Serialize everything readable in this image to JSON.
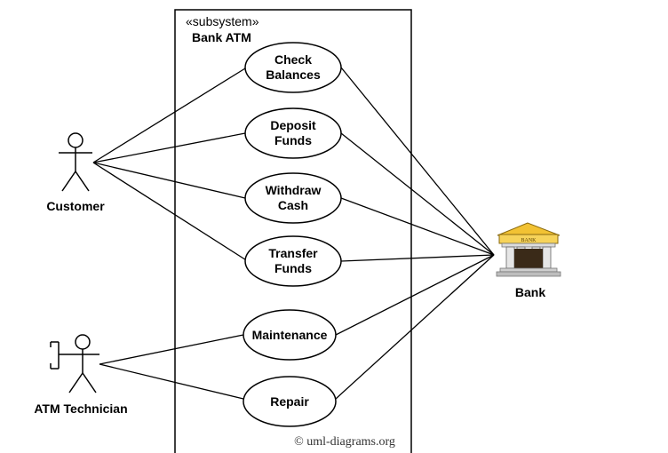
{
  "subsystem": {
    "stereotype": "«subsystem»",
    "name": "Bank ATM"
  },
  "actors": {
    "customer": {
      "label": "Customer"
    },
    "technician": {
      "label": "ATM Technician"
    },
    "bank": {
      "label": "Bank",
      "sign": "BANK"
    }
  },
  "use_cases": {
    "check_balances": [
      "Check",
      "Balances"
    ],
    "deposit_funds": [
      "Deposit",
      "Funds"
    ],
    "withdraw_cash": [
      "Withdraw",
      "Cash"
    ],
    "transfer_funds": [
      "Transfer",
      "Funds"
    ],
    "maintenance": [
      "Maintenance"
    ],
    "repair": [
      "Repair"
    ]
  },
  "associations": [
    [
      "Customer",
      "Check Balances"
    ],
    [
      "Customer",
      "Deposit Funds"
    ],
    [
      "Customer",
      "Withdraw Cash"
    ],
    [
      "Customer",
      "Transfer Funds"
    ],
    [
      "ATM Technician",
      "Maintenance"
    ],
    [
      "ATM Technician",
      "Repair"
    ],
    [
      "Bank",
      "Check Balances"
    ],
    [
      "Bank",
      "Deposit Funds"
    ],
    [
      "Bank",
      "Withdraw Cash"
    ],
    [
      "Bank",
      "Transfer Funds"
    ],
    [
      "Bank",
      "Maintenance"
    ],
    [
      "Bank",
      "Repair"
    ]
  ],
  "copyright": "© uml-diagrams.org"
}
